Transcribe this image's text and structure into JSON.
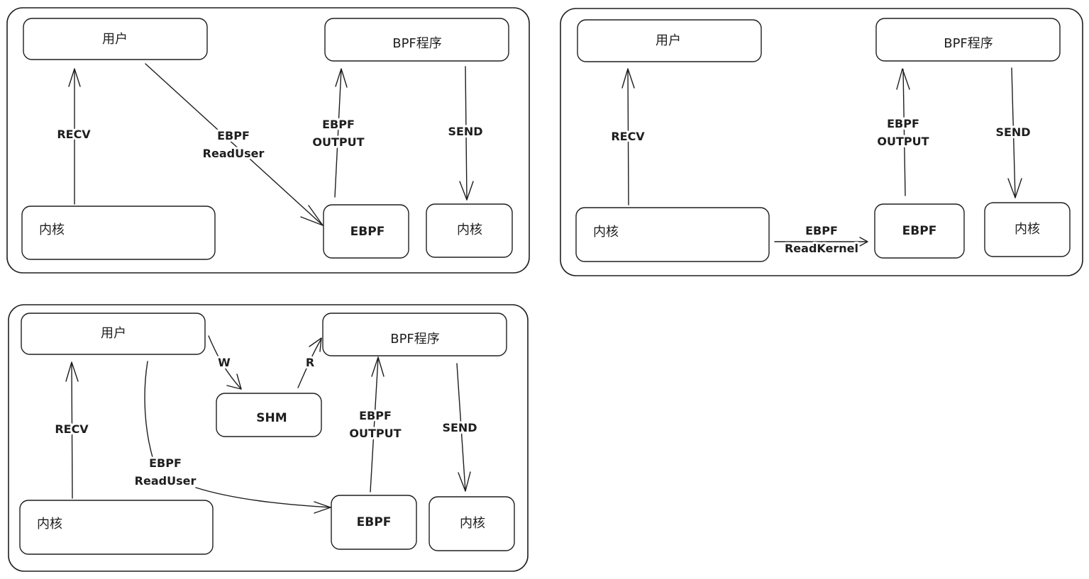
{
  "diagrams": [
    {
      "id": "d1",
      "nodes": {
        "user": "用户",
        "bpf_program": "BPF程序",
        "kernel_left": "内核",
        "ebpf": "EBPF",
        "kernel_right": "内核"
      },
      "edges": {
        "recv": "RECV",
        "ebpf_readuser": [
          "EBPF",
          "ReadUser"
        ],
        "ebpf_output": [
          "EBPF",
          "OUTPUT"
        ],
        "send": "SEND"
      }
    },
    {
      "id": "d2",
      "nodes": {
        "user": "用户",
        "bpf_program": "BPF程序",
        "kernel_left": "内核",
        "ebpf": "EBPF",
        "kernel_right": "内核"
      },
      "edges": {
        "recv": "RECV",
        "ebpf_readkernel": [
          "EBPF",
          "ReadKernel"
        ],
        "ebpf_output": [
          "EBPF",
          "OUTPUT"
        ],
        "send": "SEND"
      }
    },
    {
      "id": "d3",
      "nodes": {
        "user": "用户",
        "bpf_program": "BPF程序",
        "shm": "SHM",
        "kernel_left": "内核",
        "ebpf": "EBPF",
        "kernel_right": "内核"
      },
      "edges": {
        "recv": "RECV",
        "write": "W",
        "read": "R",
        "ebpf_readuser": [
          "EBPF",
          "ReadUser"
        ],
        "ebpf_output": [
          "EBPF",
          "OUTPUT"
        ],
        "send": "SEND"
      }
    }
  ],
  "colors": {
    "stroke": "#1e1e1e",
    "background": "#ffffff"
  }
}
